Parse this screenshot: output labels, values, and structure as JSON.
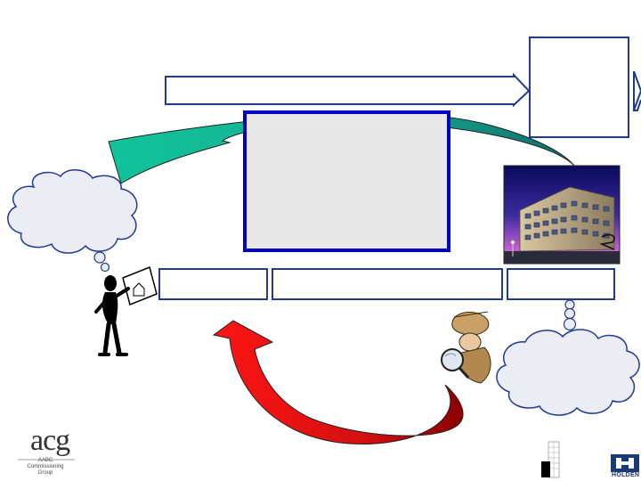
{
  "colors": {
    "top_arrow_stroke": "#1f3a93",
    "center_box_border": "#0000c8",
    "center_box_fill": "#e8e8e8",
    "green_arrow": "#10b890",
    "red_arrow": "#e81010",
    "cloud_fill": "#ececf4",
    "cloud_stroke": "#1f3a93"
  },
  "logos": {
    "acg": {
      "main": "acg",
      "line1": "AABC",
      "line2": "Commissioning",
      "line3": "Group"
    },
    "holden": {
      "label": "HOLDEN"
    }
  },
  "icons": {
    "building": "building-photo-icon",
    "person": "person-with-blueprint-icon",
    "detective": "detective-magnifier-icon"
  }
}
